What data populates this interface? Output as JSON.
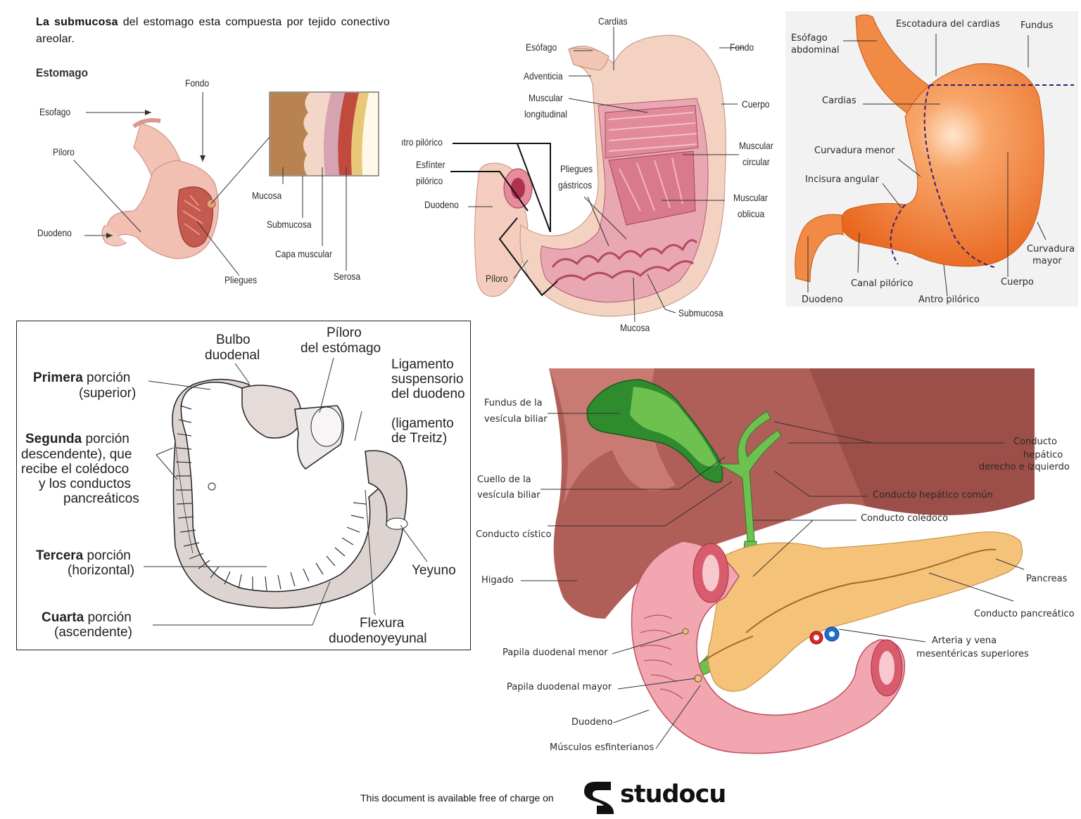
{
  "intro": {
    "bold": "La submucosa",
    "rest": " del estomago esta compuesta por tejido conectivo areolar."
  },
  "figure1": {
    "title": "Estomago",
    "labels": {
      "fondo": "Fondo",
      "esofago": "Esofago",
      "piloro": "Piloro",
      "duodeno": "Duodeno",
      "pliegues": "Pliegues",
      "mucosa": "Mucosa",
      "submucosa": "Submucosa",
      "capa_muscular": "Capa muscular",
      "serosa": "Serosa"
    }
  },
  "figure2": {
    "labels": {
      "cardias": "Cardias",
      "esofago": "Esófago",
      "fondo": "Fondo",
      "adventicia": "Adventicia",
      "muscular_longitudinal_1": "Muscular",
      "muscular_longitudinal_2": "longitudinal",
      "cuerpo": "Cuerpo",
      "antro_pilorico": "ıtro pilórico",
      "muscular_circular_1": "Muscular",
      "muscular_circular_2": "circular",
      "esfinter_1": "Esfínter",
      "esfinter_2": "pilórico",
      "pliegues_1": "Pliegues",
      "pliegues_2": "gástricos",
      "duodeno": "Duodeno",
      "muscular_oblicua_1": "Muscular",
      "muscular_oblicua_2": "oblicua",
      "piloro": "Píloro",
      "submucosa": "Submucosa",
      "mucosa": "Mucosa"
    }
  },
  "figure3": {
    "labels": {
      "esofago_1": "Esófago",
      "esofago_2": "abdominal",
      "escotadura": "Escotadura del cardias",
      "fundus": "Fundus",
      "cardias": "Cardias",
      "curvadura_menor": "Curvadura menor",
      "incisura": "Incisura angular",
      "curvadura_mayor_1": "Curvadura",
      "curvadura_mayor_2": "mayor",
      "canal_pilorico": "Canal pilórico",
      "cuerpo": "Cuerpo",
      "duodeno": "Duodeno",
      "antro_pilorico": "Antro pilórico"
    }
  },
  "figure4": {
    "labels": {
      "bulbo_1": "Bulbo",
      "bulbo_2": "duodenal",
      "piloro_1": "Píloro",
      "piloro_2": "del estómago",
      "primera_b": "Primera",
      "primera_r": " porción",
      "primera_2": "(superior)",
      "ligamento_1": "Ligamento",
      "ligamento_2": "suspensorio",
      "ligamento_3": "del duodeno",
      "ligamento_4": "(ligamento",
      "ligamento_5": "de Treitz)",
      "segunda_b": "Segunda",
      "segunda_r": " porción",
      "segunda_2": "descendente), que",
      "segunda_3": "recibe el colédoco",
      "segunda_4": "y los conductos",
      "segunda_5": "pancreáticos",
      "tercera_b": "Tercera",
      "tercera_r": " porción",
      "tercera_2": "(horizontal)",
      "yeyuno": "Yeyuno",
      "cuarta_b": "Cuarta",
      "cuarta_r": " porción",
      "cuarta_2": "(ascendente)",
      "flexura_1": "Flexura",
      "flexura_2": "duodenoyeyunal"
    }
  },
  "figure5": {
    "labels": {
      "fundus_1": "Fundus de la",
      "fundus_2": "vesícula biliar",
      "conducto_hepatico_1": "Conducto",
      "conducto_hepatico_2": "hepático",
      "conducto_hepatico_3": "derecho e izquierdo",
      "cuello_1": "Cuello de la",
      "cuello_2": "vesícula biliar",
      "hepatico_comun": "Conducto hepático común",
      "coledoco": "Conducto colédoco",
      "cistico": "Conducto cístico",
      "higado": "Higado",
      "pancreas": "Pancreas",
      "pancreatico": "Conducto pancreático",
      "arteria_1": "Arteria y vena",
      "arteria_2": "mesentéricas superiores",
      "papila_menor": "Papila duodenal menor",
      "papila_mayor": "Papila duodenal mayor",
      "duodeno": "Duodeno",
      "musculos": "Músculos esfinterianos"
    }
  },
  "footer": {
    "text": "This document is available free of charge on",
    "brand": "studocu"
  },
  "colors": {
    "stomach_orange": "#f07a2e",
    "stomach_pink": "#e8a3a0",
    "gallbladder_green": "#2e8b2e",
    "pancreas_yellow": "#f5c27a"
  }
}
